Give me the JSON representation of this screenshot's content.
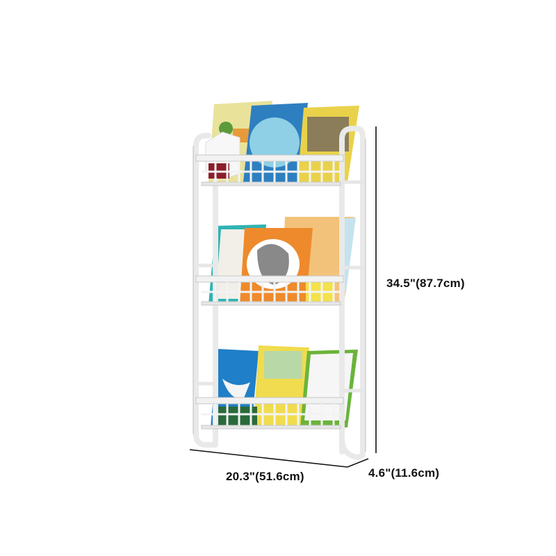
{
  "product": {
    "name": "3-tier wall-mounted wire book rack",
    "frame_color": "#eeeeee",
    "shelves": [
      {
        "tier": "top",
        "books": [
          {
            "color": "#e9e29a",
            "accent": "#5a9a3a"
          },
          {
            "color": "#2e7fc0",
            "accent": "#8fd0e6"
          },
          {
            "color": "#e9d24a",
            "accent": "#8b7d5a"
          }
        ]
      },
      {
        "tier": "middle",
        "books": [
          {
            "color": "#2fb3b3",
            "accent": "#f2efe8"
          },
          {
            "color": "#ee8a2c",
            "accent": "#ffffff"
          },
          {
            "color": "#f3c27a",
            "accent": "#c5e3ee"
          }
        ]
      },
      {
        "tier": "bottom",
        "books": [
          {
            "color": "#1f7fc8",
            "accent": "#f5f5f5"
          },
          {
            "color": "#f0dc4e",
            "accent": "#b8d8a8"
          },
          {
            "color": "#6ab43a",
            "accent": "#f6f6f6"
          }
        ]
      }
    ]
  },
  "dimensions": {
    "height": "34.5\"(87.7cm)",
    "width": "20.3\"(51.6cm)",
    "depth": "4.6\"(11.6cm)"
  },
  "colors": {
    "line": "#111111",
    "text": "#111111"
  }
}
